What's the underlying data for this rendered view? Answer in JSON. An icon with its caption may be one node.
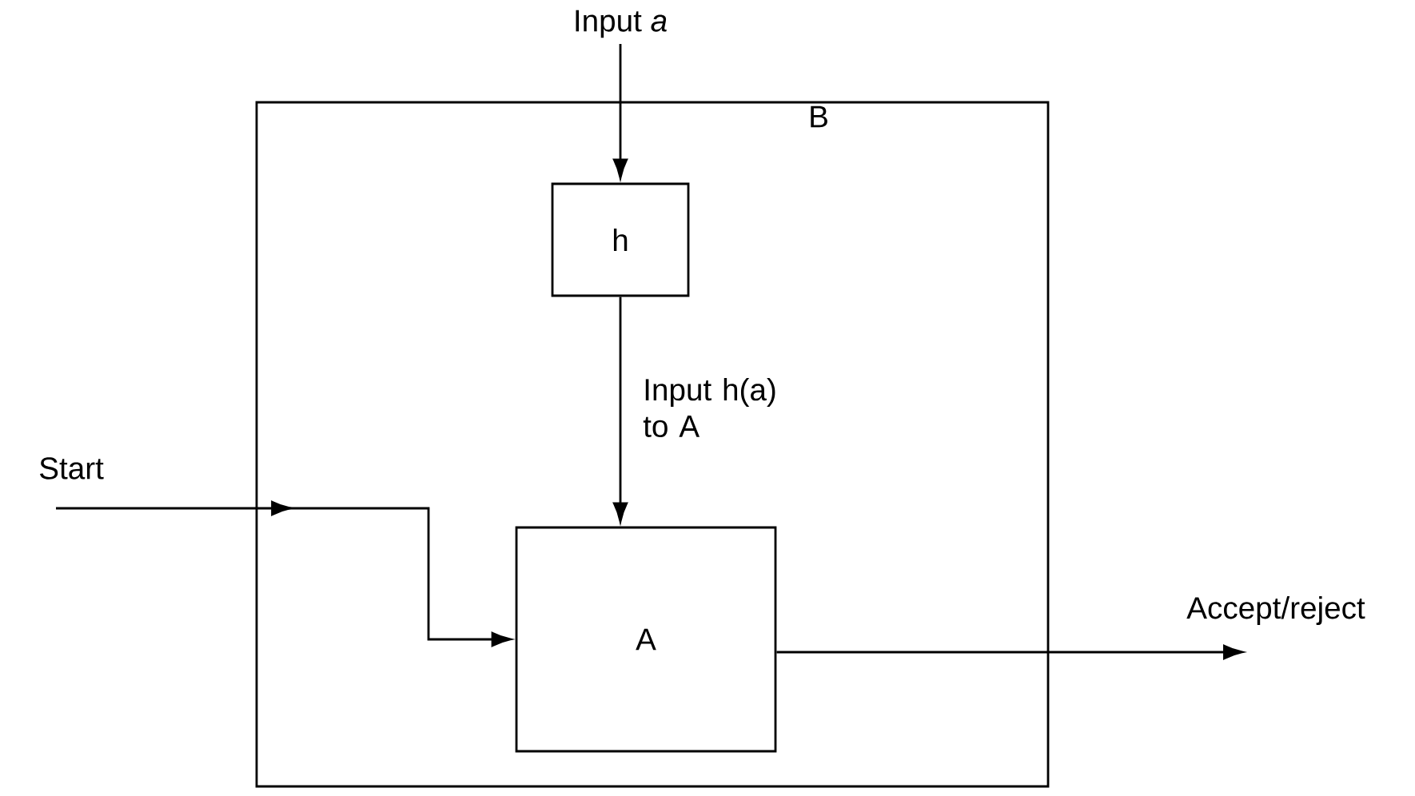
{
  "diagram": {
    "nodes": [
      {
        "text": [
          "B"
        ]
      },
      {
        "text": [
          "h"
        ],
        "in": 0
      },
      {
        "text": [
          "A"
        ],
        "in": 0
      },
      {
        "text": [
          "Input *a*"
        ]
      }
    ],
    "edges": [
      {
        "from": 3,
        "to": 1,
        "arrow": "to"
      },
      {
        "from": 1,
        "to": 2,
        "arrow": "to",
        "label": "Input h(a) to A"
      },
      {
        "from": null,
        "to": 2,
        "arrow": "to",
        "label": "Start"
      },
      {
        "from": 2,
        "to": null,
        "arrow": "to",
        "label": "Accept/reject"
      }
    ]
  }
}
